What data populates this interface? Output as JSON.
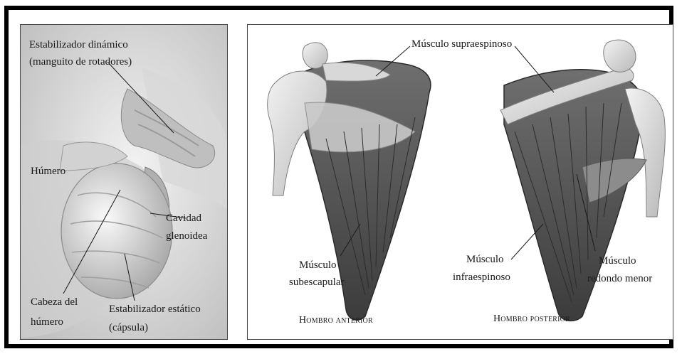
{
  "left_panel": {
    "labels": {
      "dynamic_stabilizer": "Estabilizador dinámico",
      "dynamic_stabilizer_detail": "(manguito de rotadores)",
      "humerus": "Húmero",
      "glenoid_1": "Cavidad",
      "glenoid_2": "glenoidea",
      "head_1": "Cabeza del",
      "head_2": "húmero",
      "static_stabilizer": "Estabilizador estático",
      "static_stabilizer_detail": "(cápsula)"
    }
  },
  "right_panel": {
    "labels": {
      "supraspinatus": "Músculo supraespinoso",
      "subscapularis_1": "Músculo",
      "subscapularis_2": "subescapular",
      "infraspinatus_1": "Músculo",
      "infraspinatus_2": "infraespinoso",
      "teres_minor_1": "Músculo",
      "teres_minor_2": "redondo menor"
    },
    "captions": {
      "anterior": "Hombro anterior",
      "posterior": "Hombro posterior"
    }
  }
}
